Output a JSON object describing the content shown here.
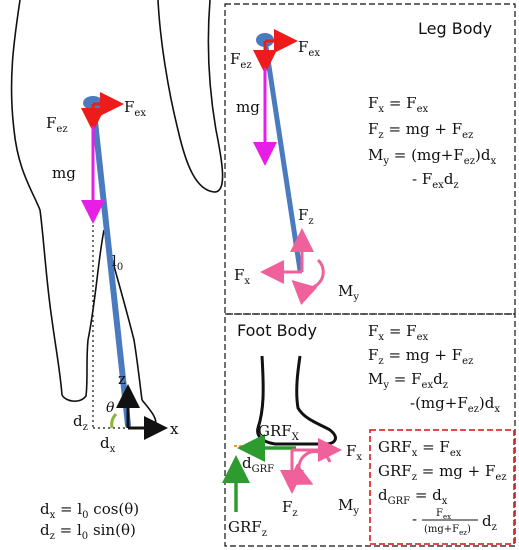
{
  "colors": {
    "leg": "#4a7bbf",
    "joint": "#4a7bbf",
    "force_red": "#ee1b1b",
    "gravity": "#e61ee6",
    "reaction": "#f0609a",
    "grf": "#2e9b2e",
    "angle_arc": "#8cb43c",
    "highlight_box": "#e03030"
  },
  "left_figure": {
    "labels": {
      "fex": "F",
      "fex_sub": "ex",
      "fez": "F",
      "fez_sub": "ez",
      "mg": "mg",
      "l0": "l",
      "l0_sub": "0",
      "theta": "θ",
      "z": "z",
      "x": "x",
      "dz": "d",
      "dz_sub": "z",
      "dx": "d",
      "dx_sub": "x"
    },
    "equations": {
      "dx_lhs": "d",
      "dx_lhs_sub": "x",
      "dx_mid": " = l",
      "dx_mid_sub": "0",
      "dx_rhs": " cos(θ)",
      "dz_lhs": "d",
      "dz_lhs_sub": "z",
      "dz_mid": " = l",
      "dz_mid_sub": "0",
      "dz_rhs": " sin(θ)"
    }
  },
  "leg_body": {
    "title": "Leg Body",
    "labels": {
      "fez": "F",
      "fez_sub": "ez",
      "fex": "F",
      "fex_sub": "ex",
      "mg": "mg",
      "fz": "F",
      "fz_sub": "z",
      "fx": "F",
      "fx_sub": "x",
      "my": "M",
      "my_sub": "y"
    },
    "equations": {
      "e1_a": "F",
      "e1_a_sub": "x",
      "e1_b": " = F",
      "e1_b_sub": "ex",
      "e2_a": "F",
      "e2_a_sub": "z",
      "e2_b": " = mg + F",
      "e2_b_sub": "ez",
      "e3_a": "M",
      "e3_a_sub": "y",
      "e3_b": " = (mg+F",
      "e3_b_sub": "ez",
      "e3_c": ")d",
      "e3_c_sub": "x",
      "e4_a": "- F",
      "e4_a_sub": "ex",
      "e4_b": "d",
      "e4_b_sub": "z"
    }
  },
  "foot_body": {
    "title": "Foot Body",
    "labels": {
      "grfx": "GRF",
      "grfx_sub": "X",
      "dgrf": "d",
      "dgrf_sub": "GRF",
      "fx": "F",
      "fx_sub": "x",
      "fz": "F",
      "fz_sub": "z",
      "my": "M",
      "my_sub": "y",
      "grfz": "GRF",
      "grfz_sub": "z"
    },
    "equations": {
      "e1_a": "F",
      "e1_a_sub": "x",
      "e1_b": " = F",
      "e1_b_sub": "ex",
      "e2_a": "F",
      "e2_a_sub": "z",
      "e2_b": " = mg + F",
      "e2_b_sub": "ez",
      "e3_a": "M",
      "e3_a_sub": "y",
      "e3_b": " = F",
      "e3_b_sub": "ex",
      "e3_c": "d",
      "e3_c_sub": "z",
      "e4_a": "-(mg+F",
      "e4_a_sub": "ez",
      "e4_b": ")d",
      "e4_b_sub": "x"
    },
    "grf_equations": {
      "g1_a": "GRF",
      "g1_a_sub": "x",
      "g1_b": " = F",
      "g1_b_sub": "ex",
      "g2_a": "GRF",
      "g2_a_sub": "z",
      "g2_b": " = mg + F",
      "g2_b_sub": "ez",
      "g3_a": "d",
      "g3_a_sub": "GRF",
      "g3_b": " = d",
      "g3_b_sub": "x",
      "g4_minus": "-",
      "frac_num_a": "F",
      "frac_num_sub": "ex",
      "frac_den_a": "(mg+F",
      "frac_den_sub": "ez",
      "frac_den_b": ")",
      "g4_tail": "d",
      "g4_tail_sub": "z"
    }
  }
}
